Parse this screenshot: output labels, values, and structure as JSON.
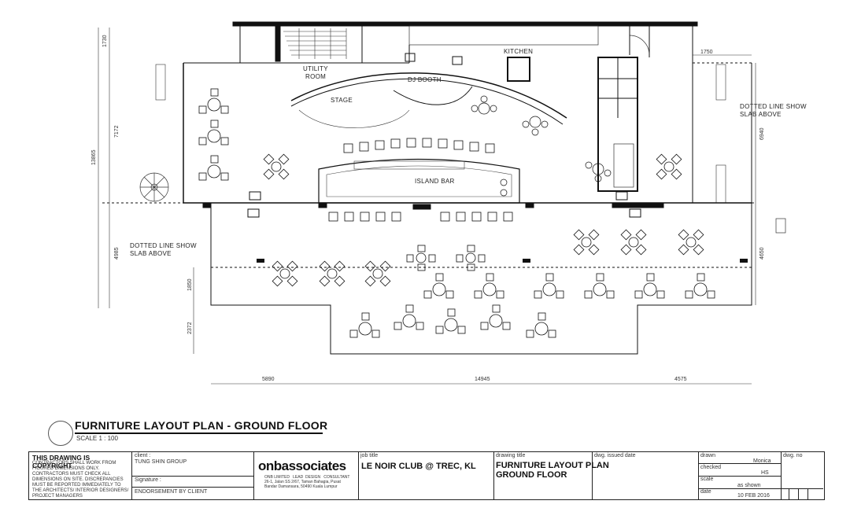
{
  "plan_labels": {
    "utility_room": "UTILITY\nROOM",
    "dj_booth": "DJ BOOTH",
    "kitchen": "KITCHEN",
    "stage": "STAGE",
    "island_bar": "ISLAND BAR",
    "dotted_right": "DOTTED LINE SHOW\nSLAB ABOVE",
    "dotted_left": "DOTTED LINE SHOW\nSLAB ABOVE"
  },
  "dimensions": {
    "d1730": "1730",
    "d7172": "7172",
    "d13865": "13865",
    "d4985": "4985",
    "d1850": "1850",
    "d2372": "2372",
    "d5890": "5890",
    "d14945": "14945",
    "d4575": "4575",
    "d1750": "1750",
    "d6940": "6940",
    "d4650": "4650"
  },
  "drawing_title": "FURNITURE LAYOUT PLAN - GROUND FLOOR",
  "scale": "SCALE 1 : 100",
  "title_block": {
    "copyright_title": "THIS DRAWING IS COPYRIGHT",
    "copyright_text": "CONTRACTORS SHALL WORK FROM\nFIGURED DIMENSIONS ONLY.\nCONTRACTORS MUST CHECK ALL\nDIMENSIONS ON SITE. DISCREPANCIES\nMUST BE REPORTED IMMEDIATELY TO\nTHE ARCHITECTS/ INTERIOR DESIGNERS/\nPROJECT MANAGERS",
    "client_label": "client :",
    "client_value": "TUNG SHIN GROUP",
    "signature_label": "Signature :",
    "endorsement": "ENDORSEMENT BY CLIENT",
    "logo": "onbassociates",
    "logo_address": "ONB LIMITED   LEAD  DESIGN   CONSULTANT\n26-1, Jalan SS 2/67, Taman Bahagia, Pusat\nBandar Damansara, 50490 Kuala Lumpur",
    "job_title_label": "job title",
    "job_title": "LE NOIR CLUB @ TREC, KL",
    "drawing_title_label": "drawing title",
    "drawing_title_value": "FURNITURE LAYOUT PLAN\nGROUND FLOOR",
    "dwg_issued_label": "dwg. issued date",
    "drawn_label": "drawn",
    "drawn_value": "Monica",
    "checked_label": "checked",
    "checked_value": "HS",
    "scale_label": "scale",
    "scale_value": "as shown",
    "date_label": "date",
    "date_value": "10 FEB 2016",
    "dwg_no_label": "dwg. no"
  }
}
